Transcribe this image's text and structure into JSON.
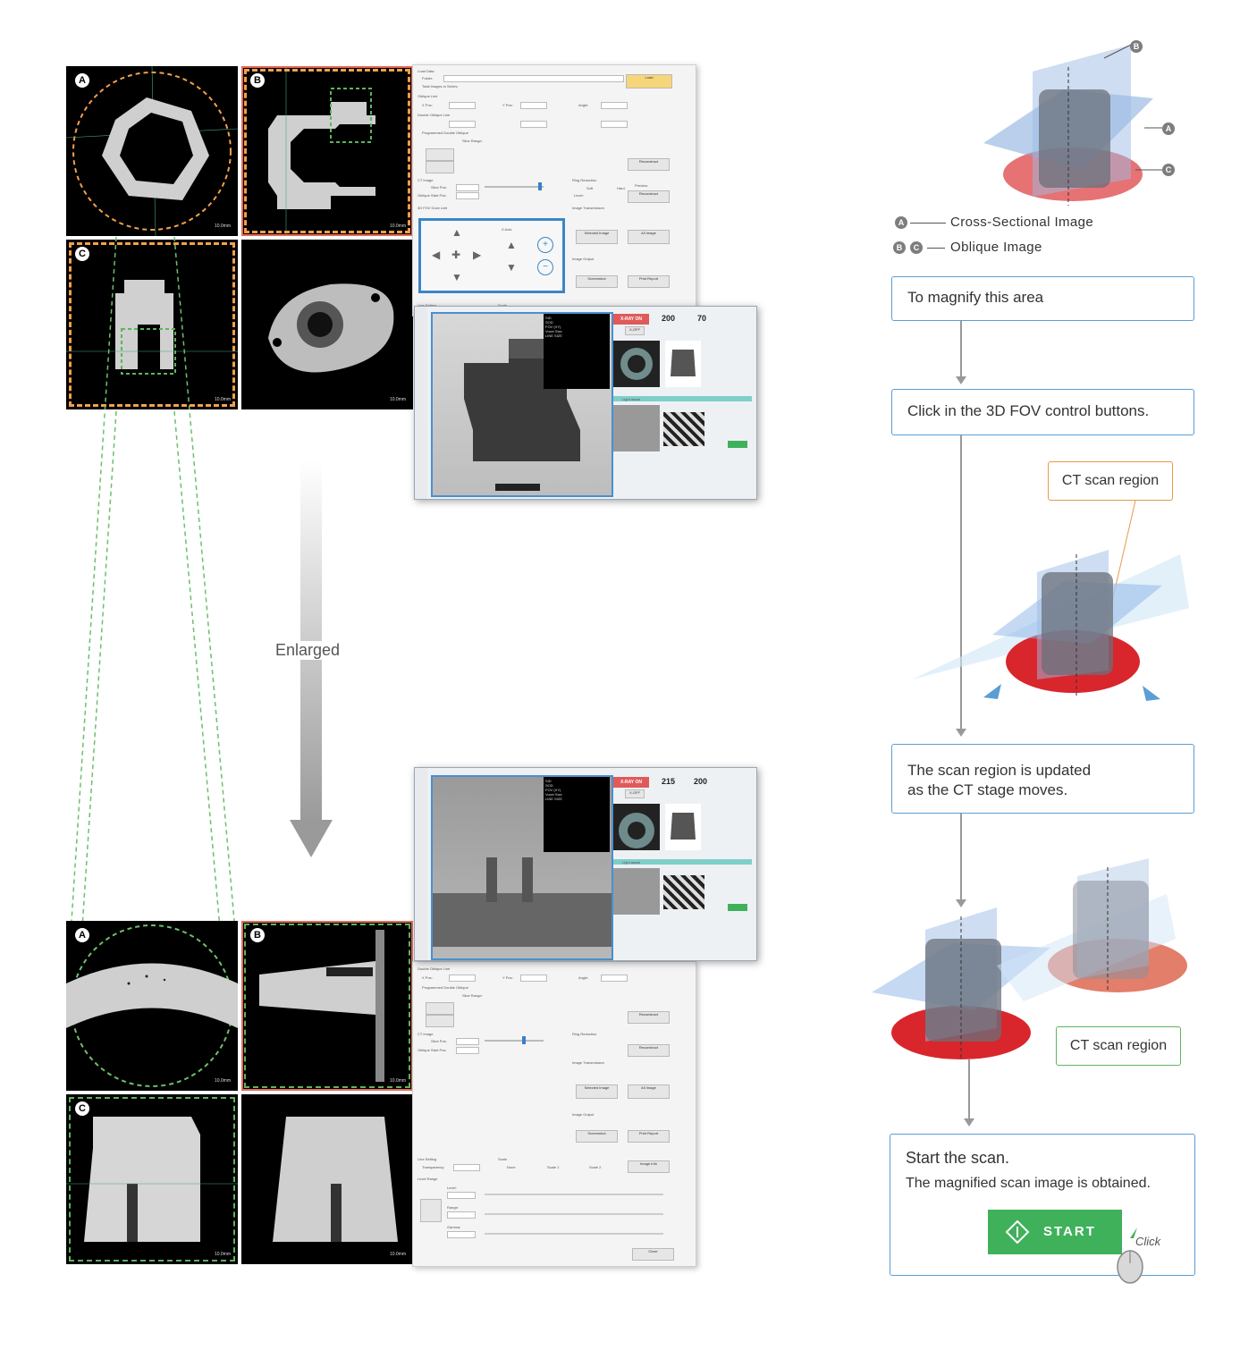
{
  "panels": {
    "letters": [
      "A",
      "B",
      "C"
    ],
    "scale_label": "10.0mm"
  },
  "enlarged_label": "Enlarged",
  "software_top": {
    "load_data": "Load Data",
    "folder": "Folder:",
    "total_images": "Total Images in Series:",
    "oblique_line": "Oblique Line",
    "x_pos": "X Pos:",
    "y_pos": "Y Pos:",
    "angle": "Angle:",
    "double_oblique": "Double Oblique Line",
    "programmed": "Programmed Double Oblique",
    "slice_range": "Slice Range:",
    "ct_image": "CT Image",
    "slice_pos": "Slice Pos:",
    "oblique_start": "Oblique Start Pos:",
    "fov_label": "3D FOV Dove Unit",
    "ring_reduction": "Ring Reduction",
    "image_transmission": "Image Transmission",
    "image_output": "Image Output",
    "screenshot": "Screenshot",
    "print_report": "Print Report",
    "reconstruct": "Reconstruct",
    "selected_image": "Selected Image",
    "all_image": "All Image",
    "z_axis": "Z-Axis",
    "soft": "Soft",
    "hard": "Hard",
    "level": "Level:",
    "preview": "Preview",
    "load": "Load",
    "line_setting": "Line Setting",
    "scale": "Scale"
  },
  "software_bottom": {
    "double_oblique": "Double Oblique Line",
    "x_pos": "X Pos:",
    "y_pos": "Y Pos:",
    "angle": "Angle:",
    "programmed": "Programmed Double Oblique",
    "slice_range": "Slice Range:",
    "ct_image": "CT Image",
    "slice_pos": "Slice Pos:",
    "oblique_start": "Oblique Start Pos:",
    "ring_reduction": "Ring Reduction",
    "image_transmission": "Image Transmission",
    "image_output": "Image Output",
    "screenshot": "Screenshot",
    "print_report": "Print Report",
    "reconstruct": "Reconstruct",
    "selected_image": "Selected Image",
    "all_image": "All Image",
    "line_setting": "Line Setting",
    "transparency": "Transparency:",
    "scale": "Scale",
    "none": "None",
    "scale1": "Scale 1",
    "scale2": "Scale 2",
    "image_info": "Image Info",
    "level_range": "Level Range",
    "level": "Level:",
    "range": "Range:",
    "gamma": "Gamma:",
    "close": "Close"
  },
  "viewer_top": {
    "xray_on": "X-RAY ON",
    "xray_off": "X-OFF",
    "kv": "200",
    "ua": "70",
    "info": [
      "SID",
      "SOD",
      "FOV (XY)",
      "Voxel Size",
      "LINE SIZE"
    ],
    "light_assist": "Light assist"
  },
  "viewer_bottom": {
    "xray_on": "X-RAY ON",
    "xray_off": "X-OFF",
    "kv": "215",
    "ua": "200",
    "info": [
      "SID",
      "SOD",
      "FOV (XY)",
      "Voxel Size",
      "LINE SIZE"
    ],
    "light_assist": "Light assist"
  },
  "legend": {
    "a_text": "Cross-Sectional Image",
    "bc_text": "Oblique Image"
  },
  "flow": {
    "step1": "To magnify this area",
    "step2": "Click in the 3D FOV control buttons.",
    "callout1": "CT scan region",
    "step3_line1": "The scan region is updated",
    "step3_line2": "as the CT stage moves.",
    "callout2": "CT scan region",
    "step4_title": "Start the scan.",
    "step4_sub": "The magnified scan image is obtained.",
    "start_button": "START",
    "click_label": "Click"
  },
  "colors": {
    "flow_border": "#5a9ed6",
    "callout_orange": "#e89a45",
    "callout_green": "#5fb55f",
    "start_green": "#3fb15b",
    "panel_orange": "#f3a04a",
    "panel_red": "#e46a58",
    "panel_green": "#5db55d"
  }
}
